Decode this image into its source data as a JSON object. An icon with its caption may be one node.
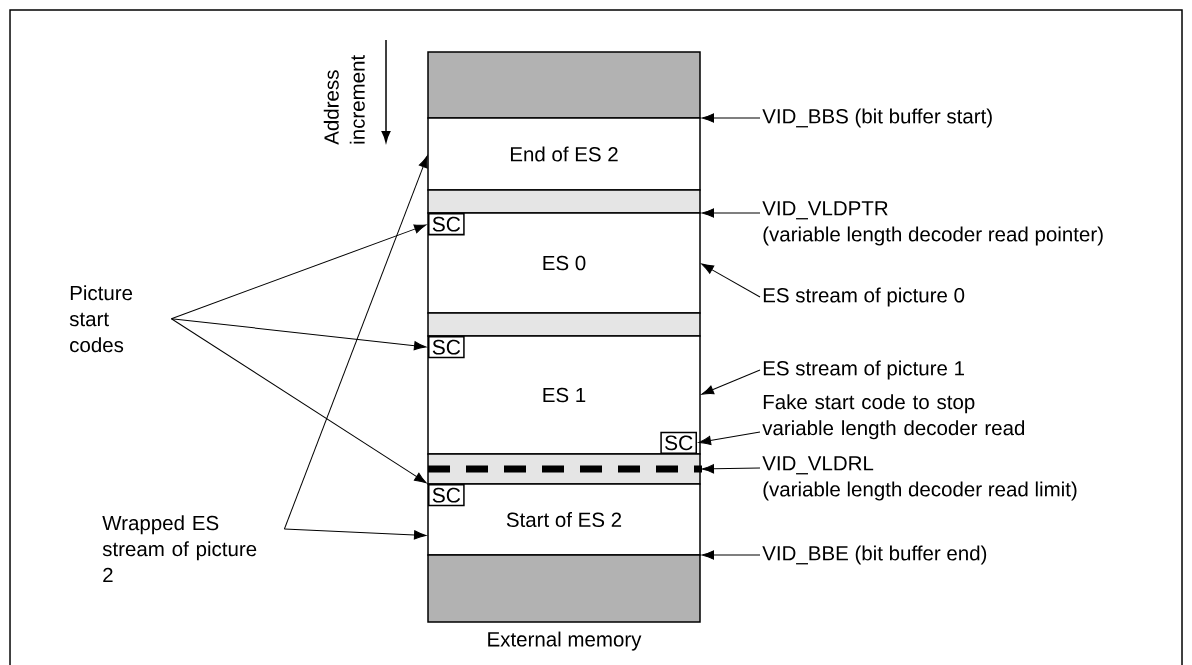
{
  "diagram": {
    "nodes": [
      {
        "text": [],
        "shape": "box"
      },
      {
        "text": [
          "End of ES 2"
        ]
      },
      {
        "text": [],
        "shape": "box"
      },
      {
        "text": [
          "ES 0"
        ]
      },
      {
        "text": [
          "SC"
        ],
        "in": 3
      },
      {
        "text": [],
        "shape": "box"
      },
      {
        "text": [
          "ES 1"
        ]
      },
      {
        "text": [
          "SC"
        ],
        "in": 6
      },
      {
        "text": [
          "SC"
        ],
        "in": 6
      },
      {
        "text": [],
        "shape": "box"
      },
      {
        "text": [
          "Start of ES 2"
        ]
      },
      {
        "text": [
          "SC"
        ],
        "in": 10
      },
      {
        "text": [],
        "shape": "box",
        "beside": [
          "External memory"
        ]
      },
      {
        "text": [
          "Picture start codes"
        ]
      },
      {
        "text": [
          "Wrapped ES stream of picture 2"
        ]
      },
      {
        "text": [
          "VID_BBS (bit buffer start)"
        ]
      },
      {
        "text": [
          "VID_VLDPTR",
          "(variable length decoder read pointer)"
        ]
      },
      {
        "text": [
          "ES stream of picture 0"
        ]
      },
      {
        "text": [
          "ES stream of picture 1"
        ]
      },
      {
        "text": [
          "Fake start code to stop variable length decoder read"
        ]
      },
      {
        "text": [
          "VID_VLDRL",
          "(variable length decoder read limit)"
        ]
      },
      {
        "text": [
          "VID_BBE (bit buffer end)"
        ]
      }
    ],
    "edges": [
      {
        "from": 15,
        "to": 1,
        "arrow": "to"
      },
      {
        "from": 16,
        "to": 3,
        "arrow": "to"
      },
      {
        "from": 17,
        "to": 3,
        "arrow": "to"
      },
      {
        "from": 18,
        "to": 6,
        "arrow": "to"
      },
      {
        "from": 19,
        "to": 8,
        "arrow": "to"
      },
      {
        "from": 20,
        "to": 9,
        "arrow": "to"
      },
      {
        "from": 21,
        "to": 10,
        "arrow": "to"
      },
      {
        "from": 13,
        "to": 4,
        "arrow": "to"
      },
      {
        "from": 13,
        "to": 7,
        "arrow": "to"
      },
      {
        "from": 13,
        "to": 11,
        "arrow": "to"
      },
      {
        "from": 14,
        "to": 1,
        "arrow": "to"
      },
      {
        "from": 14,
        "to": 10,
        "arrow": "to"
      }
    ],
    "labels": [
      "Address increment"
    ]
  }
}
